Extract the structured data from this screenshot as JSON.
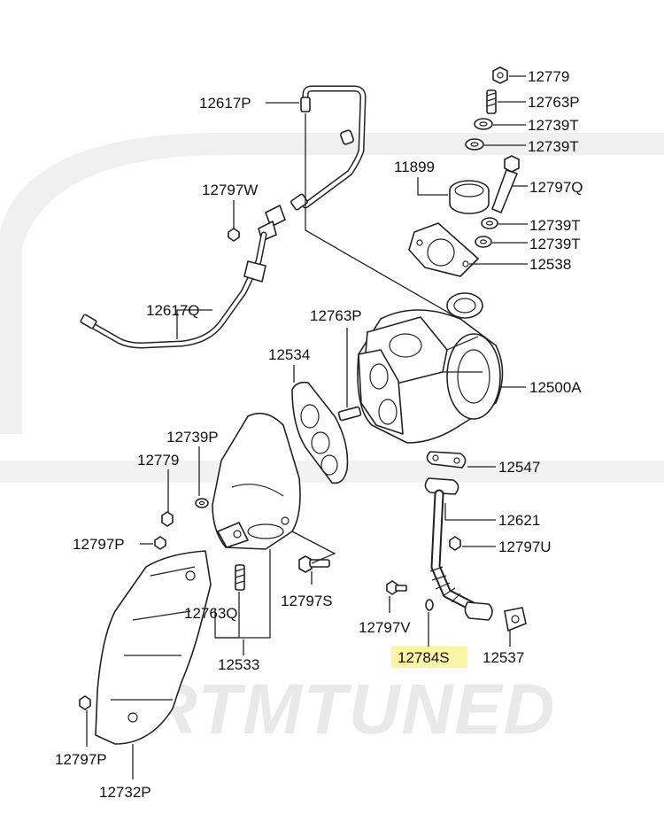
{
  "watermark": {
    "text": "RTMTUNED",
    "color": "#e9e9e9"
  },
  "highlight_color": "#fbf3a6",
  "labels": {
    "p12779_top": "12779",
    "p12763P_top": "12763P",
    "p12739T_a": "12739T",
    "p12739T_b": "12739T",
    "p11899": "11899",
    "p12797Q": "12797Q",
    "p12739T_c": "12739T",
    "p12739T_d": "12739T",
    "p12538": "12538",
    "p12617P": "12617P",
    "p12797W": "12797W",
    "p12617Q": "12617Q",
    "p12763P_mid": "12763P",
    "p12534": "12534",
    "p12500A": "12500A",
    "p12739P": "12739P",
    "p12779_left": "12779",
    "p12547": "12547",
    "p12621": "12621",
    "p12797U": "12797U",
    "p12797P_mid": "12797P",
    "p12797S": "12797S",
    "p12763Q": "12763Q",
    "p12797V": "12797V",
    "p12533": "12533",
    "p12784S": "12784S",
    "p12537": "12537",
    "p12797P_bot": "12797P",
    "p12732P": "12732P"
  }
}
